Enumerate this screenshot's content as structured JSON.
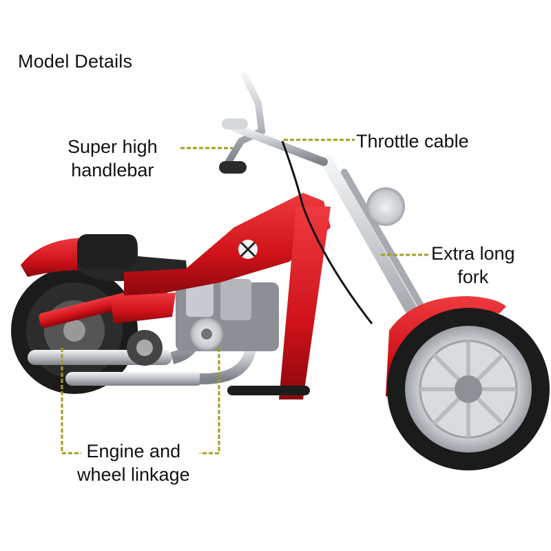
{
  "title": "Model Details",
  "callouts": {
    "handlebar": {
      "lines": [
        "Super high",
        "handlebar"
      ]
    },
    "throttle": {
      "lines": [
        "Throttle cable"
      ]
    },
    "fork": {
      "lines": [
        "Extra long",
        "fork"
      ]
    },
    "engine": {
      "lines": [
        "Engine and",
        "wheel linkage"
      ]
    }
  },
  "colors": {
    "frame": "#d0141b",
    "frame_dark": "#8e0a0f",
    "chrome": "#c9ccd0",
    "tire": "#1b1b1b",
    "leader_line": "#a39d1c",
    "text": "#111111"
  },
  "icons": [
    "skull-crossbones-emblem"
  ]
}
